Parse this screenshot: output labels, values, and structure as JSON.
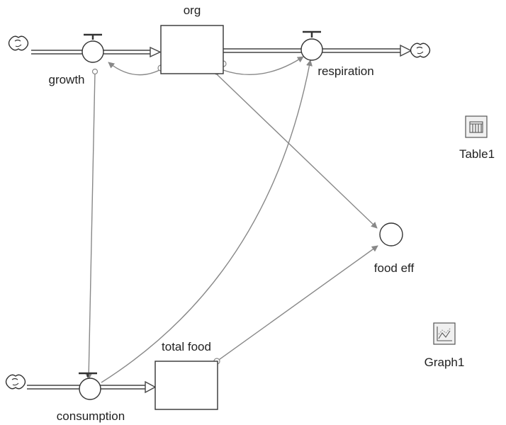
{
  "stocks": {
    "org": "org",
    "total_food": "total food"
  },
  "flows": {
    "growth": "growth",
    "respiration": "respiration",
    "consumption": "consumption"
  },
  "converters": {
    "food_eff": "food eff"
  },
  "tools": {
    "table": "Table1",
    "graph": "Graph1"
  },
  "icons": {
    "cloud": "cloud-icon",
    "table": "table-icon",
    "graph": "graph-icon",
    "valve": "valve-icon"
  },
  "colors": {
    "stroke": "#333333",
    "connector": "#888888",
    "icon_fill": "#f0f0f0"
  }
}
